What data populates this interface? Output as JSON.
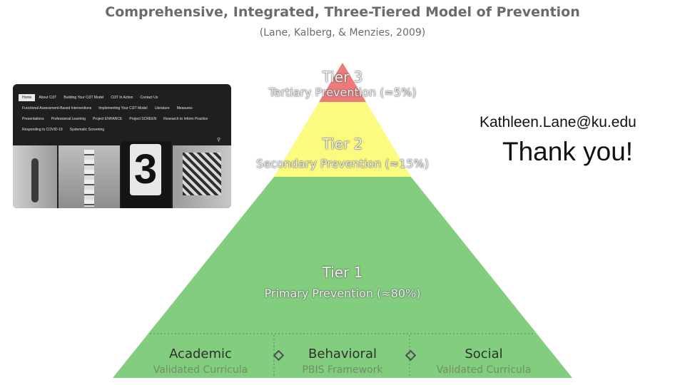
{
  "title": "Comprehensive, Integrated, Three-Tiered Model of Prevention",
  "subtitle": "(Lane, Kalberg, & Menzies, 2009)",
  "tiers": [
    {
      "name": "Tier 3",
      "desc": "Tertiary Prevention (≈5%)",
      "color": "#ee7a7a"
    },
    {
      "name": "Tier 2",
      "desc": "Secondary Prevention (≈15%)",
      "color": "#fbfb80"
    },
    {
      "name": "Tier 1",
      "desc": "Primary Prevention (≈80%)",
      "color": "#82cd7e"
    }
  ],
  "domains": [
    {
      "head": "Academic",
      "sub": "Validated Curricula"
    },
    {
      "head": "Behavioral",
      "sub": "PBIS Framework"
    },
    {
      "head": "Social",
      "sub": "Validated Curricula"
    }
  ],
  "contact": {
    "email": "Kathleen.Lane@ku.edu",
    "thanks": "Thank you!"
  },
  "website": {
    "nav_rows": [
      [
        "Home",
        "About Ci3T",
        "Building Your Ci3T Model",
        "Ci3T In Action",
        "Contact Us"
      ],
      [
        "Functional Assessment-Based Interventions",
        "Implementing Your Ci3T Model",
        "Literature",
        "Measures"
      ],
      [
        "Presentations",
        "Professional Learning",
        "Project ENHANCE",
        "Project SCREEN",
        "Research to Inform Practice"
      ],
      [
        "Responding to COVID-19",
        "Systematic Screening"
      ]
    ],
    "search_icon": "search-icon",
    "photo_number": "3"
  }
}
